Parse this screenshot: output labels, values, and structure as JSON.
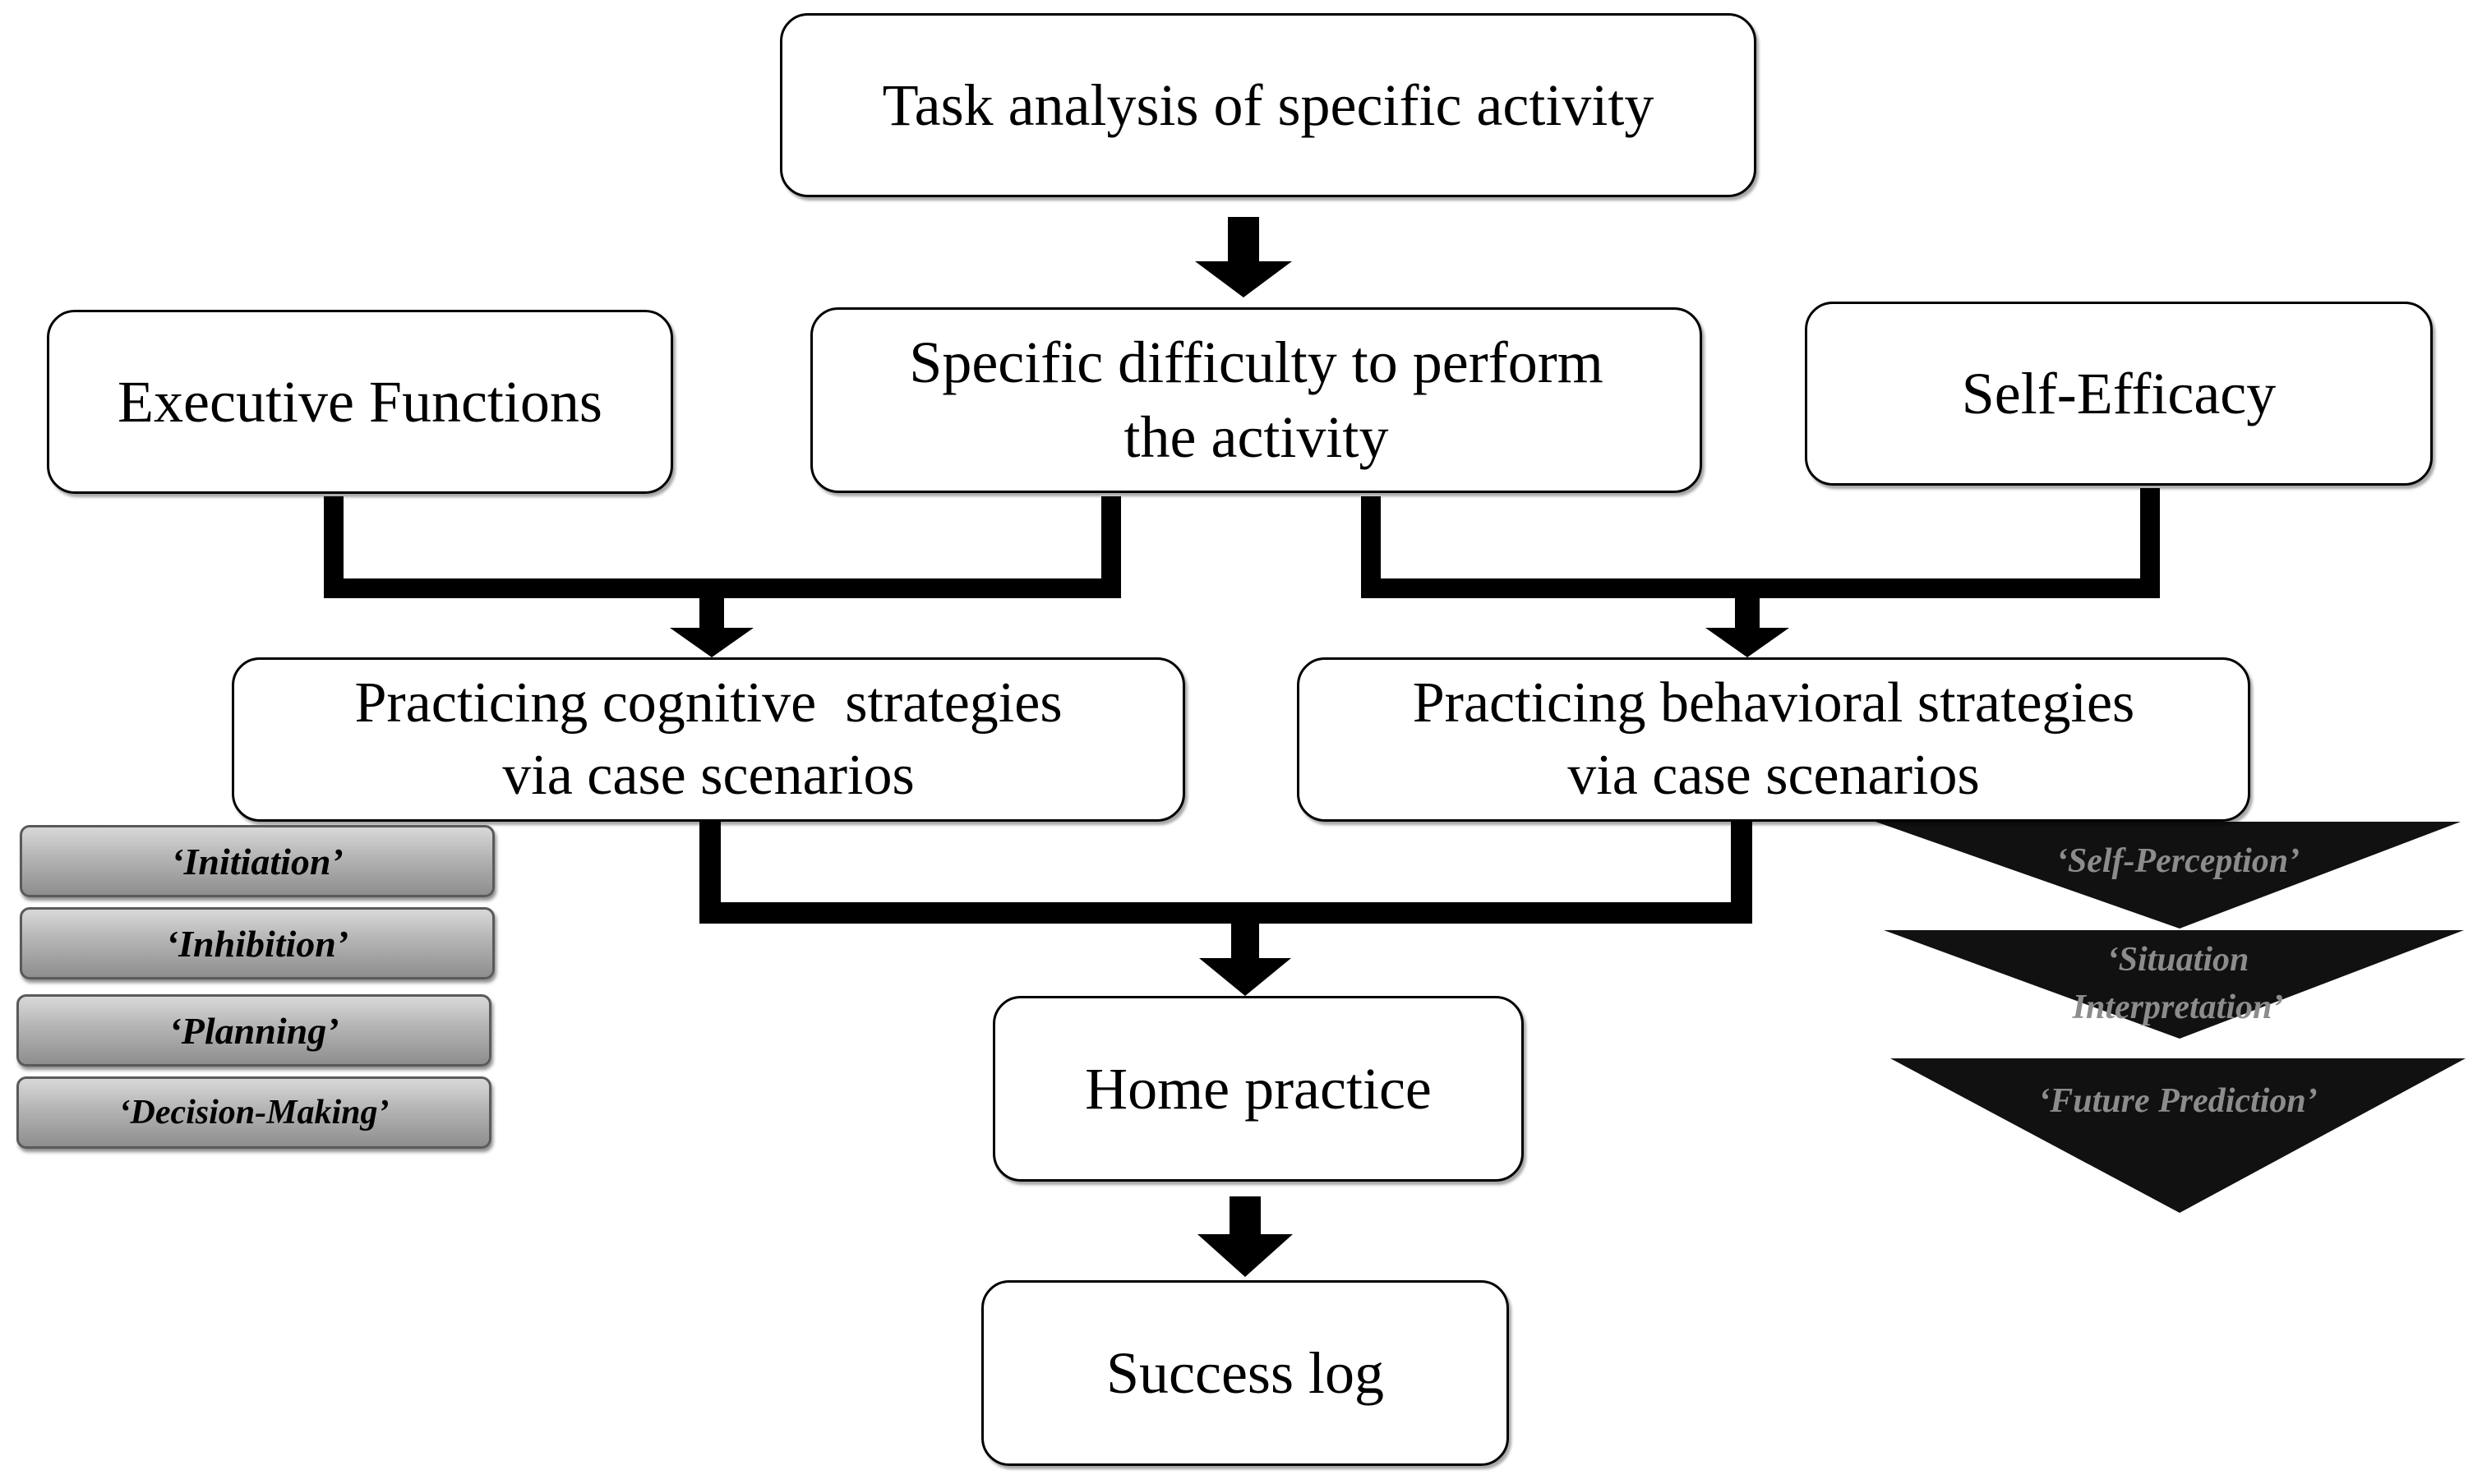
{
  "boxes": {
    "task_analysis": "Task analysis of specific activity",
    "executive_functions": "Executive Functions",
    "specific_difficulty_line1": "Specific difficulty to perform",
    "specific_difficulty_line2": "the activity",
    "self_efficacy": "Self-Efficacy",
    "cognitive_line1": "Practicing cognitive  strategies",
    "cognitive_line2": "via case scenarios",
    "behavioral_line1": "Practicing behavioral strategies",
    "behavioral_line2": "via case scenarios",
    "home_practice": "Home practice",
    "success_log": "Success log"
  },
  "cognitive_strategies": [
    "‘Initiation’",
    "‘Inhibition’",
    "‘Planning’",
    "‘Decision-Making’"
  ],
  "behavioral_strategies": {
    "self_perception": "‘Self-Perception’",
    "situation_line1": "‘Situation",
    "situation_line2": "Interpretation’",
    "future_prediction": "‘Future Prediction’"
  },
  "colors": {
    "line": "#000000",
    "pill_fill": "#b4b4b4",
    "triangle_fill": "#111111",
    "triangle_text": "#8c8c8c"
  }
}
